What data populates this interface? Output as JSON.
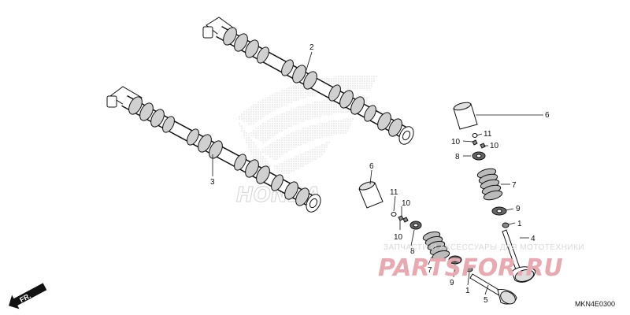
{
  "diagram": {
    "callouts": {
      "c2": "2",
      "c3": "3",
      "c6a": "6",
      "c11a": "11",
      "c10a": "10",
      "c10b": "10",
      "c8a": "8",
      "c7a": "7",
      "c9a": "9",
      "c1a": "1",
      "c4": "4",
      "c6b": "6",
      "c11b": "11",
      "c10c": "10",
      "c10d": "10",
      "c8b": "8",
      "c7b": "7",
      "c9b": "9",
      "c1b": "1",
      "c5": "5"
    },
    "direction_label": "FR.",
    "diagram_code": "MKN4E0300",
    "watermark": {
      "tagline": "ЗАПЧАСТИ И АКСЕССУАРЫ ДЛЯ МОТОТЕХНИКИ",
      "brand": "PARTSFOR.RU",
      "logo_text": "HONDA"
    }
  },
  "colors": {
    "line": "#111111",
    "watermark_brand": "#e8a9b1",
    "watermark_tagline": "#d9d9d9",
    "logo_fill": "#dcdcdc"
  }
}
